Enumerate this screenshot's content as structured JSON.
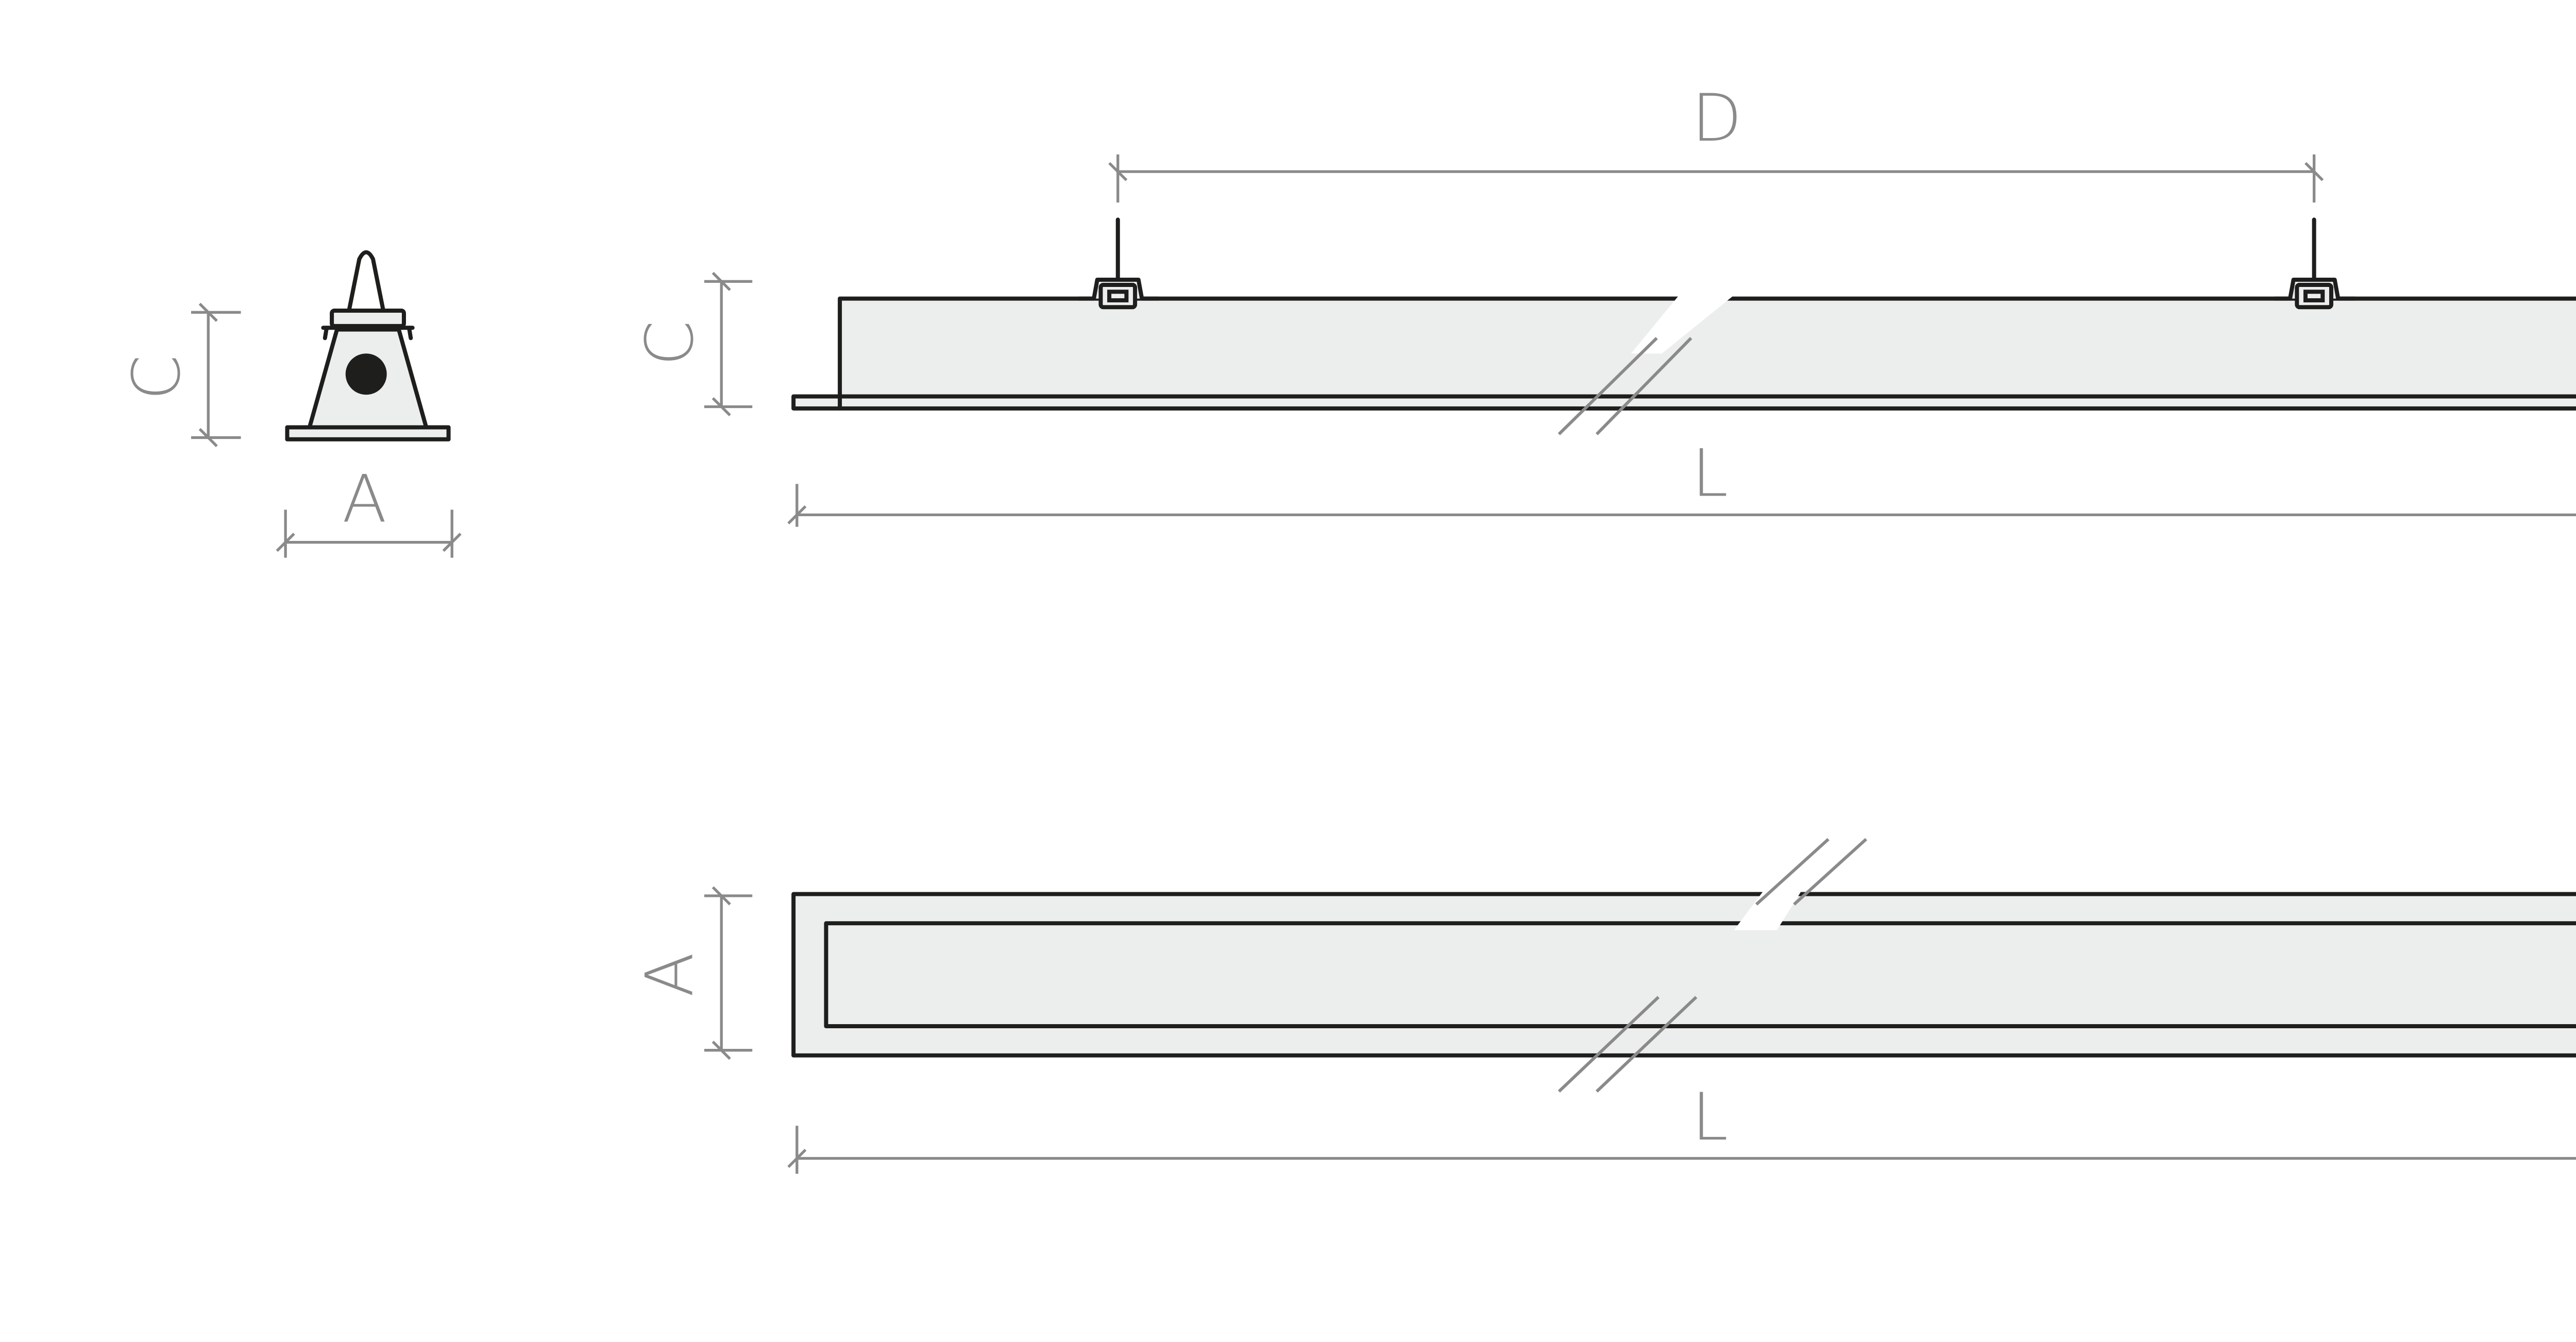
{
  "colors": {
    "dimension": "#8a8a8a",
    "outline": "#1e1e1c",
    "body_fill": "#eceeed"
  },
  "end_view": {
    "height_label": "C",
    "width_label": "A"
  },
  "side_view": {
    "suspension_distance_label": "D",
    "height_label": "C",
    "length_label": "L"
  },
  "top_view": {
    "width_label": "A",
    "length_label": "L"
  }
}
